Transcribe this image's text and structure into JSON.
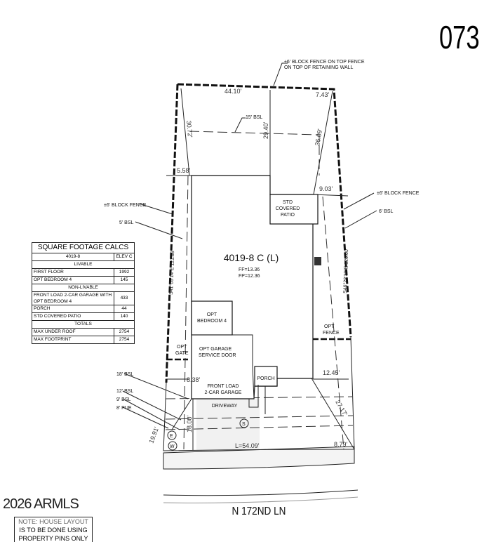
{
  "lot_number": "073",
  "plan": {
    "name": "4019-8 C (L)",
    "ff": "FF=13.36",
    "fp": "FP=12.36"
  },
  "street": "N 172ND LN",
  "labels": {
    "rear_fence": [
      "±6' BLOCK FENCE ON TOP FENCE",
      "ON TOP OF RETAINING WALL"
    ],
    "rear_bsl": "15' BSL",
    "left_fence": "±6' BLOCK FENCE",
    "left_bsl": "5' BSL",
    "right_fence": "±6' BLOCK FENCE",
    "right_bsl": "6' BSL",
    "front_18_bsl": "18' BSL",
    "front_12_bsl": "12' BSL",
    "front_9_bsl": "9' BSL",
    "front_pue": "8' PUE",
    "patio": [
      "STD",
      "COVERED",
      "PATIO"
    ],
    "bedroom": [
      "OPT",
      "BEDROOM 4"
    ],
    "garage_door": [
      "OPT GARAGE",
      "SERVICE DOOR"
    ],
    "garage": [
      "FRONT LOAD",
      "2-CAR GARAGE"
    ],
    "porch": "PORCH",
    "driveway": "DRIVEWAY",
    "opt_gate": [
      "OPT",
      "GATE"
    ],
    "opt_fence": [
      "OPT",
      "FENCE"
    ],
    "sewer": "S",
    "water": "W",
    "electric": "E"
  },
  "dimensions": {
    "rear": "44.10'",
    "rear_right": "7.43'",
    "left_diag": "30.72'",
    "center": "29.40'",
    "right_diag": "36.09'",
    "left_side": "5.58'",
    "right_side": "9.03'",
    "left_bearing": "S41°05'14\"E 121.88'",
    "right_bearing": "S46°28'39\"E 120.00'",
    "front_right": "12.45'",
    "front_left": "8.38'",
    "front_diag": "27.17'",
    "drive_depth": "18.00'",
    "left_front_diag": "19.91'",
    "arc": "L=54.09'",
    "front_right_small": "8.79'"
  },
  "sqft_table": {
    "title": "SQUARE FOOTAGE CALCS",
    "plan": "4019-8",
    "elev": "ELEV C",
    "sections": {
      "livable": "LIVABLE",
      "non_livable": "NON-LIVABLE",
      "totals": "TOTALS"
    },
    "rows": [
      {
        "label": "FIRST FLOOR",
        "value": "1992"
      },
      {
        "label": "OPT BEDROOM 4",
        "value": "145"
      },
      {
        "label": "FRONT LOAD 2-CAR GARAGE WITH OPT BEDROOM 4",
        "value": "433"
      },
      {
        "label": "PORCH",
        "value": "44"
      },
      {
        "label": "STD COVERED PATIO",
        "value": "140"
      },
      {
        "label": "MAX UNDER ROOF",
        "value": "2754"
      },
      {
        "label": "MAX FOOTPRINT",
        "value": "2754"
      }
    ]
  },
  "note": [
    "NOTE: HOUSE LAYOUT",
    "IS TO BE DONE USING",
    "PROPERTY PINS ONLY"
  ],
  "watermark": "2026 ARMLS"
}
